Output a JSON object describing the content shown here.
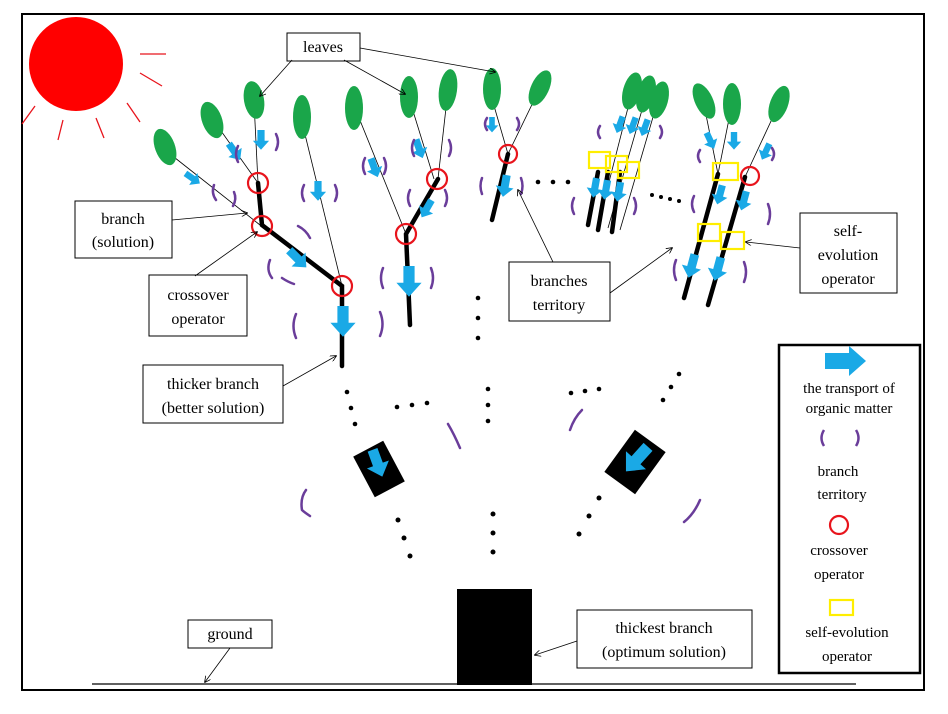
{
  "colors": {
    "sun": "#ff0000",
    "leaf": "#1aa64a",
    "arrow": "#1aa9e6",
    "territory": "#6a3d9a",
    "crossover": "#e8141c",
    "self_evolution": "#ffee00",
    "branch": "#000000"
  },
  "labels": {
    "leaves": "leaves",
    "branch_line1": "branch",
    "branch_line2": "(solution)",
    "crossover_line1": "crossover",
    "crossover_line2": "operator",
    "thicker_line1": "thicker branch",
    "thicker_line2": "(better solution)",
    "territory_line1": "branches",
    "territory_line2": "territory",
    "selfevo_line1": "self-",
    "selfevo_line2": "evolution",
    "selfevo_line3": "operator",
    "ground": "ground",
    "thickest_line1": "thickest branch",
    "thickest_line2": "(optimum solution)"
  },
  "legend": {
    "transport_line1": "the transport of",
    "transport_line2": "organic matter",
    "territory_line1": "branch",
    "territory_line2": "territory",
    "crossover_line1": "crossover",
    "crossover_line2": "operator",
    "selfevo_line1": "self-evolution",
    "selfevo_line2": "operator"
  }
}
